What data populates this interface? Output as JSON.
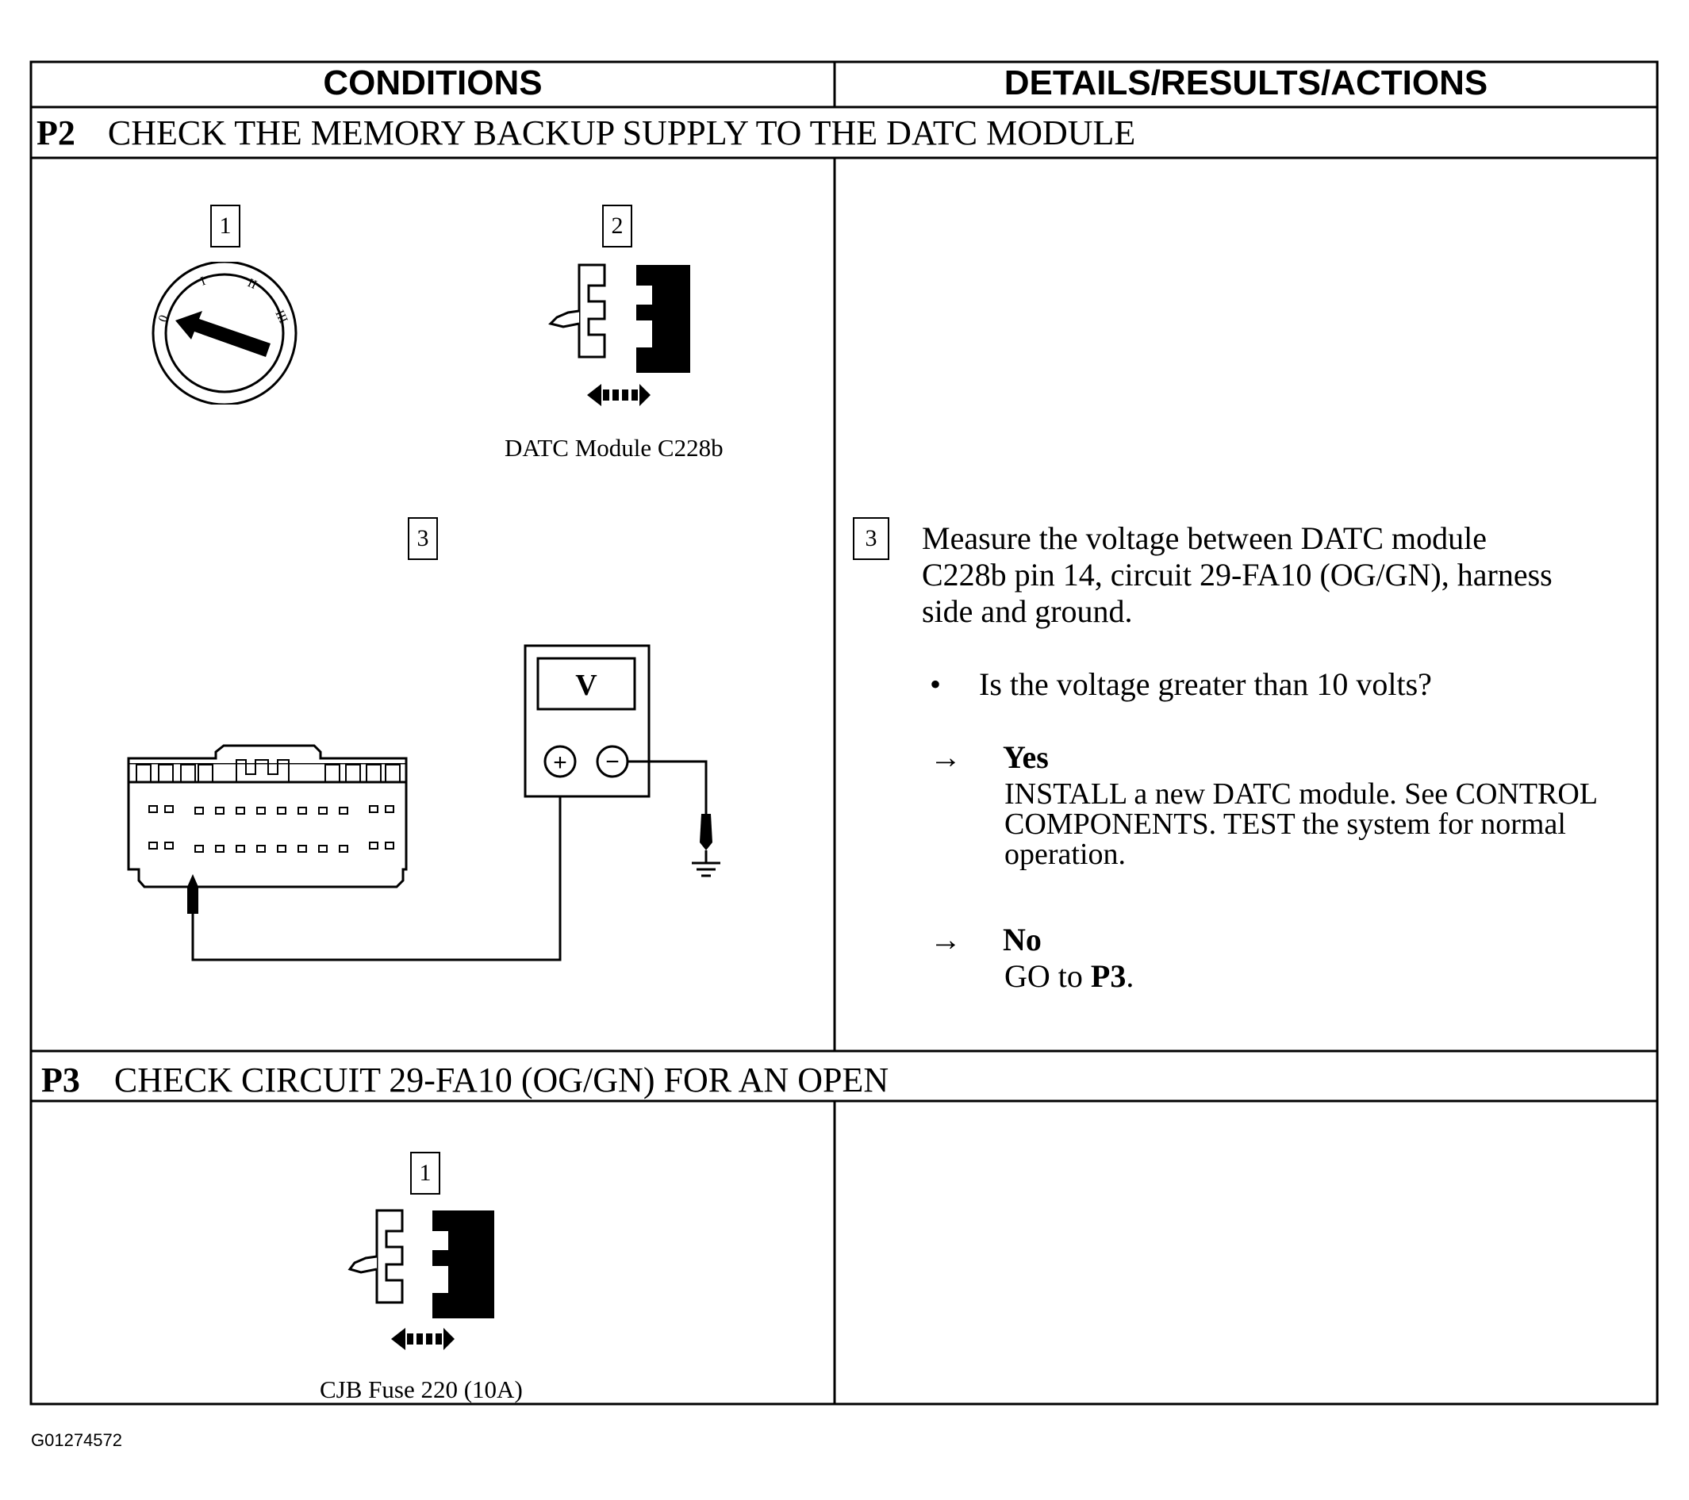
{
  "table": {
    "header_left": "CONDITIONS",
    "header_right": "DETAILS/RESULTS/ACTIONS"
  },
  "step_p2": {
    "number": "P2",
    "title": "CHECK THE MEMORY BACKUP SUPPLY TO THE DATC MODULE",
    "conditions": {
      "callout_1": "1",
      "callout_2": "2",
      "callout_3": "3",
      "connector_caption": "DATC Module C228b",
      "meter_display": "V",
      "meter_positive": "+",
      "meter_negative": "−"
    },
    "details": {
      "callout": "3",
      "instruction_line_1": "Measure the voltage between DATC module",
      "instruction_line_2": "C228b pin 14, circuit 29-FA10 (OG/GN), harness",
      "instruction_line_3": "side and ground.",
      "bullet": "•",
      "question": "Is the voltage greater than 10 volts?",
      "arrow": "→",
      "yes_label": "Yes",
      "yes_line_1": "INSTALL a new DATC module. See CONTROL",
      "yes_line_2": "COMPONENTS. TEST the system for normal",
      "yes_line_3": "operation.",
      "no_label": "No",
      "no_text_prefix": "GO to ",
      "no_target": "P3",
      "no_text_suffix": "."
    }
  },
  "step_p3": {
    "number": "P3",
    "title": "CHECK CIRCUIT 29-FA10 (OG/GN) FOR AN OPEN",
    "conditions": {
      "callout_1": "1",
      "connector_caption": "CJB Fuse 220 (10A)"
    }
  },
  "figure_id": "G01274572"
}
